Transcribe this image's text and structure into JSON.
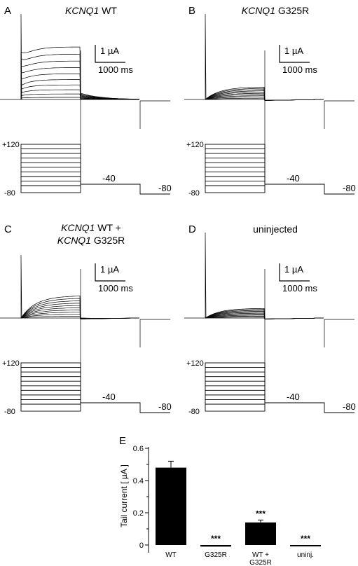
{
  "panels": [
    {
      "letter": "A",
      "title_italic": "KCNQ1",
      "title_rest": " WT",
      "title_line2_italic": "",
      "title_line2_rest": "",
      "kind": "wt"
    },
    {
      "letter": "B",
      "title_italic": "KCNQ1",
      "title_rest": " G325R",
      "title_line2_italic": "",
      "title_line2_rest": "",
      "kind": "mut"
    },
    {
      "letter": "C",
      "title_italic": "KCNQ1",
      "title_rest": " WT +",
      "title_line2_italic": "KCNQ1",
      "title_line2_rest": " G325R",
      "kind": "co"
    },
    {
      "letter": "D",
      "title_italic": "",
      "title_rest": "uninjected",
      "title_line2_italic": "",
      "title_line2_rest": "",
      "kind": "un"
    }
  ],
  "scale_bar": {
    "current": "1 µA",
    "time": "1000 ms"
  },
  "protocol": {
    "top": "+120",
    "bottom": "-80",
    "tail": "-40",
    "end": "-80"
  },
  "colors": {
    "ink": "#000000",
    "background": "#ffffff"
  },
  "chart_data": {
    "type": "bar",
    "panel_label": "E",
    "ylabel": "Tail current [ µA ]",
    "ylim": [
      0,
      0.6
    ],
    "yticks": [
      0,
      0.2,
      0.4,
      0.6
    ],
    "yticklabels": [
      "0",
      "0.2",
      "0.4",
      "0.6"
    ],
    "categories": [
      "WT",
      "G325R",
      "WT +\nG325R",
      "uninj."
    ],
    "values": [
      0.48,
      -0.01,
      0.14,
      -0.004
    ],
    "errors": [
      0.04,
      0.002,
      0.015,
      0.002
    ],
    "significance": [
      "",
      "***",
      "***",
      "***"
    ]
  }
}
